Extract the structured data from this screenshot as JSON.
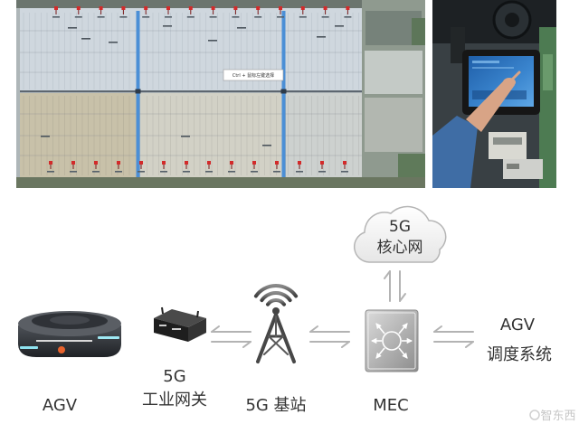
{
  "screenshot": {
    "map_tooltip": "Ctrl + 鼠标左键选择"
  },
  "diagram": {
    "cloud": {
      "line1": "5G",
      "line2": "核心网"
    },
    "nodes": {
      "agv": {
        "label": "AGV"
      },
      "gateway": {
        "line1": "5G",
        "line2": "工业网关"
      },
      "base_station": {
        "label": "5G 基站"
      },
      "mec": {
        "label": "MEC"
      },
      "dispatch": {
        "line1": "AGV",
        "line2": "调度系统"
      }
    }
  },
  "watermark": "智东西",
  "icons": {
    "core_network": "cloud-icon",
    "agv": "agv-robot-icon",
    "gateway": "industrial-gateway-icon",
    "base_station": "antenna-tower-icon",
    "mec": "mec-server-icon",
    "link": "bidirectional-arrow-icon"
  },
  "colors": {
    "label_text": "#333333",
    "arrow": "#b3b3b3",
    "route_line": "#4b8fd6",
    "map_marker": "#d32a2a"
  }
}
